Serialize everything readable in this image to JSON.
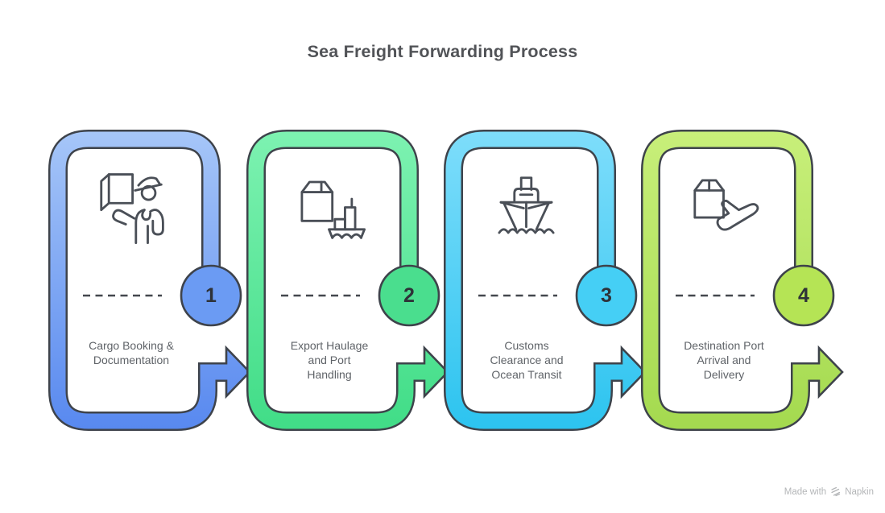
{
  "title": "Sea Freight Forwarding Process",
  "diagram_type": "process-flow",
  "palette": {
    "background": "#FFFFFF",
    "outline": "#3E434B",
    "icon_stroke": "#4A4F57",
    "title_color": "#515357",
    "label_color": "#5F6368",
    "number_color": "#2E3238",
    "watermark_color": "#B4B6B8"
  },
  "steps": [
    {
      "number": "1",
      "label": "Cargo Booking &\nDocumentation",
      "icon": "customs-officer-document-icon",
      "colors": {
        "band_top": "#A6C6F8",
        "band_bottom": "#5687EF",
        "circle": "#6B9BF3"
      }
    },
    {
      "number": "2",
      "label": "Export Haulage\nand Port\nHandling",
      "icon": "container-ship-loading-icon",
      "colors": {
        "band_top": "#7DF2B1",
        "band_bottom": "#3FDC86",
        "circle": "#4ADE8E"
      }
    },
    {
      "number": "3",
      "label": "Customs\nClearance and\nOcean Transit",
      "icon": "cargo-ship-icon",
      "colors": {
        "band_top": "#7EDDFB",
        "band_bottom": "#2AC3EF",
        "circle": "#45CFF5"
      }
    },
    {
      "number": "4",
      "label": "Destination Port\nArrival and\nDelivery",
      "icon": "package-airplane-icon",
      "colors": {
        "band_top": "#C8EF7A",
        "band_bottom": "#A3D94E",
        "circle": "#B5E455"
      }
    }
  ],
  "watermark": {
    "prefix": "Made with",
    "brand": "Napkin",
    "icon": "napkin-logo-icon"
  }
}
